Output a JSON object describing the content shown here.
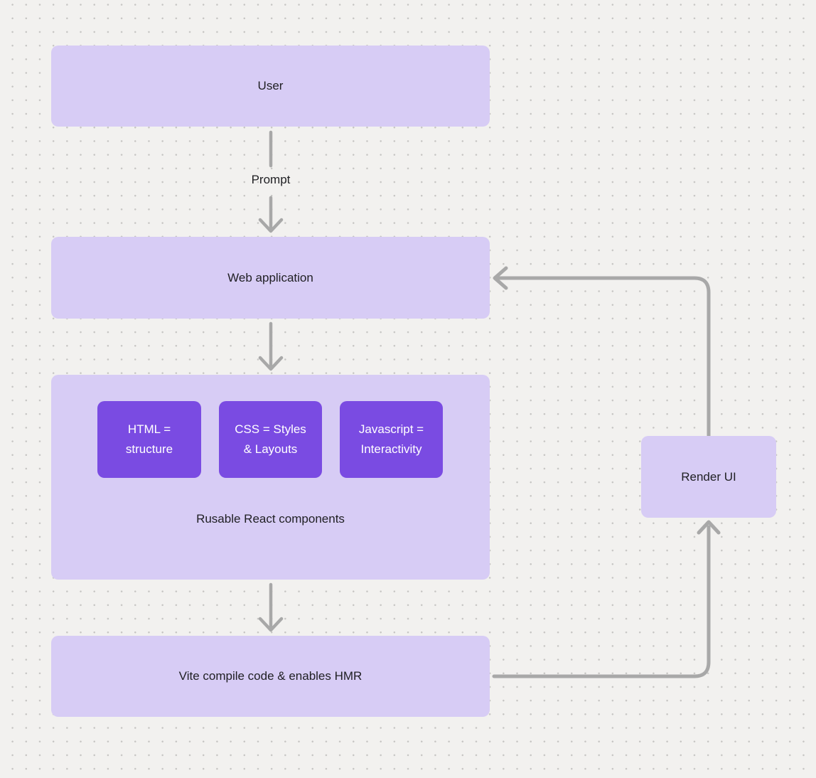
{
  "diagram": {
    "nodes": {
      "user": {
        "label": "User"
      },
      "web_application": {
        "label": "Web application"
      },
      "components": {
        "caption": "Rusable React components",
        "children": [
          {
            "label": "HTML =\nstructure"
          },
          {
            "label": "CSS = Styles\n& Layouts"
          },
          {
            "label": "Javascript =\nInteractivity"
          }
        ]
      },
      "vite": {
        "label": "Vite compile code & enables HMR"
      },
      "render_ui": {
        "label": "Render UI"
      }
    },
    "edge_labels": {
      "prompt": "Prompt"
    },
    "colors": {
      "background": "#f2f1ef",
      "dot_grid": "#c6c5c3",
      "node_fill_light": "#d7ccf5",
      "node_fill_dark": "#7a4be2",
      "arrow": "#a8a8a8",
      "text_dark": "#1f1f23",
      "text_light": "#ffffff"
    }
  }
}
